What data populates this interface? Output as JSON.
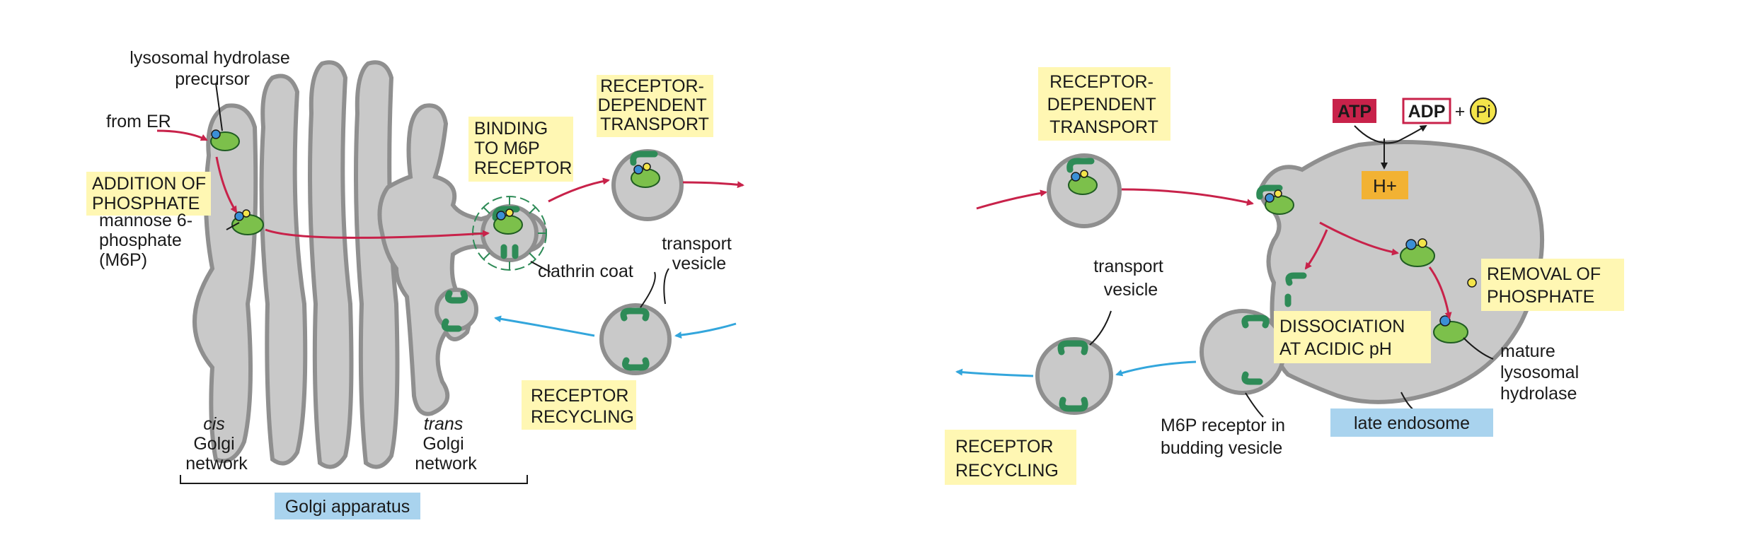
{
  "left_panel": {
    "lysosomal_hydrolase_precursor": [
      "lysosomal hydrolase",
      "precursor"
    ],
    "from_er": "from ER",
    "addition_of_phosphate": [
      "ADDITION OF",
      "PHOSPHATE"
    ],
    "mannose_6_phosphate": [
      "mannose 6-",
      "phosphate",
      "(M6P)"
    ],
    "binding_to_m6p_receptor": [
      "BINDING",
      "TO M6P",
      "RECEPTOR"
    ],
    "receptor_dependent_transport": [
      "RECEPTOR-",
      "DEPENDENT",
      "TRANSPORT"
    ],
    "transport_vesicle": [
      "transport",
      "vesicle"
    ],
    "clathrin_coat": "clathrin coat",
    "receptor_recycling": [
      "RECEPTOR",
      "RECYCLING"
    ],
    "cis_golgi_network": [
      "cis",
      "Golgi",
      "network"
    ],
    "trans_golgi_network": [
      "trans",
      "Golgi",
      "network"
    ],
    "golgi_apparatus": "Golgi apparatus"
  },
  "right_panel": {
    "receptor_dependent_transport": [
      "RECEPTOR-",
      "DEPENDENT",
      "TRANSPORT"
    ],
    "atp": "ATP",
    "adp": "ADP",
    "plus": "+",
    "pi": "Pi",
    "h_plus": "H+",
    "transport_vesicle": [
      "transport",
      "vesicle"
    ],
    "removal_of_phosphate": [
      "REMOVAL OF",
      "PHOSPHATE"
    ],
    "dissociation_at_acidic_ph": [
      "DISSOCIATION",
      "AT ACIDIC pH"
    ],
    "mature_lysosomal_hydrolase": [
      "mature",
      "lysosomal",
      "hydrolase"
    ],
    "receptor_recycling": [
      "RECEPTOR",
      "RECYCLING"
    ],
    "m6p_receptor_in_budding_vesicle": [
      "M6P receptor in",
      "budding vesicle"
    ],
    "late_endosome": "late endosome"
  },
  "colors": {
    "membrane": "#c9c9c9",
    "hydrolase": "#7cc04b",
    "receptor": "#2e8b57",
    "forward_arrow": "#c8224a",
    "recycling_arrow": "#33a6dc",
    "highlight_box": "#fff7b3",
    "location_box": "#a9d3ee",
    "atp_box": "#c8224a",
    "h_plus_box": "#f2b233"
  }
}
